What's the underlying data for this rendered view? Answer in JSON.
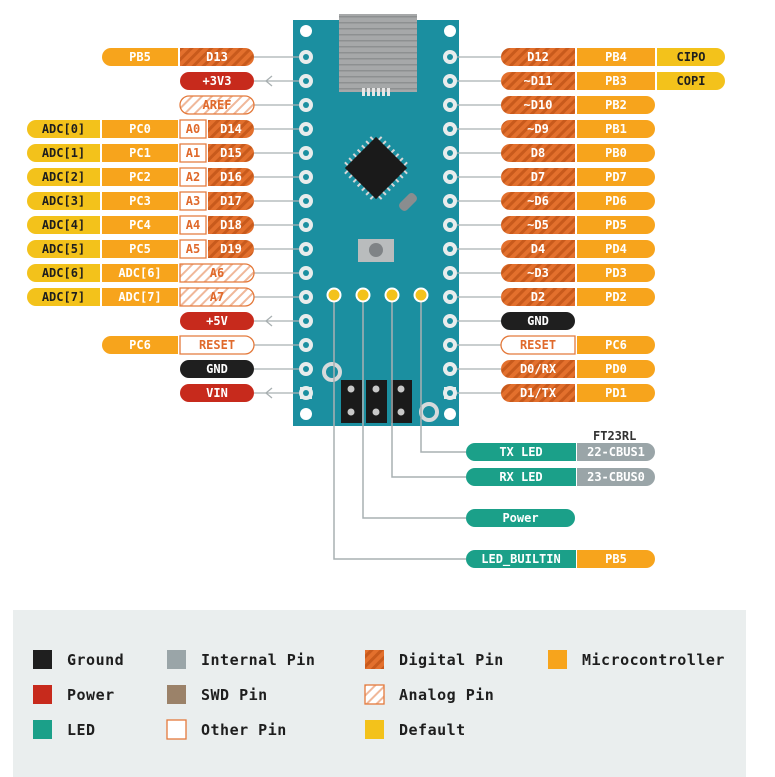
{
  "colors": {
    "board": "#1b8fa0",
    "board_dark": "#147a89",
    "digital": "#e3702d",
    "digital_stripe": "#c85a1c",
    "default": "#f3c21b",
    "micro": "#f7a41c",
    "power": "#c72a1c",
    "ground": "#1f1f1f",
    "led": "#1ba089",
    "internal": "#9aa5a8",
    "swd": "#9b8269",
    "other_border": "#e47a3c",
    "legend_bg": "#eaeeee",
    "usb": "#a6a8a9"
  },
  "left_pins": [
    {
      "id": "d13",
      "labels": [
        {
          "text": "PB5",
          "type": "micro"
        },
        {
          "text": "D13",
          "type": "digital"
        }
      ]
    },
    {
      "id": "3v3",
      "labels": [
        {
          "text": "+3V3",
          "type": "power"
        }
      ]
    },
    {
      "id": "aref",
      "labels": [
        {
          "text": "AREF",
          "type": "analog"
        }
      ]
    },
    {
      "id": "d14",
      "labels": [
        {
          "text": "ADC[0]",
          "type": "default"
        },
        {
          "text": "PC0",
          "type": "micro"
        },
        {
          "text": "A0",
          "type": "analogbox"
        },
        {
          "text": "D14",
          "type": "digital"
        }
      ]
    },
    {
      "id": "d15",
      "labels": [
        {
          "text": "ADC[1]",
          "type": "default"
        },
        {
          "text": "PC1",
          "type": "micro"
        },
        {
          "text": "A1",
          "type": "analogbox"
        },
        {
          "text": "D15",
          "type": "digital"
        }
      ]
    },
    {
      "id": "d16",
      "labels": [
        {
          "text": "ADC[2]",
          "type": "default"
        },
        {
          "text": "PC2",
          "type": "micro"
        },
        {
          "text": "A2",
          "type": "analogbox"
        },
        {
          "text": "D16",
          "type": "digital"
        }
      ]
    },
    {
      "id": "d17",
      "labels": [
        {
          "text": "ADC[3]",
          "type": "default"
        },
        {
          "text": "PC3",
          "type": "micro"
        },
        {
          "text": "A3",
          "type": "analogbox"
        },
        {
          "text": "D17",
          "type": "digital"
        }
      ]
    },
    {
      "id": "d18",
      "labels": [
        {
          "text": "ADC[4]",
          "type": "default"
        },
        {
          "text": "PC4",
          "type": "micro"
        },
        {
          "text": "A4",
          "type": "analogbox"
        },
        {
          "text": "D18",
          "type": "digital"
        }
      ]
    },
    {
      "id": "d19",
      "labels": [
        {
          "text": "ADC[5]",
          "type": "default"
        },
        {
          "text": "PC5",
          "type": "micro"
        },
        {
          "text": "A5",
          "type": "analogbox"
        },
        {
          "text": "D19",
          "type": "digital"
        }
      ]
    },
    {
      "id": "a6",
      "labels": [
        {
          "text": "ADC[6]",
          "type": "default"
        },
        {
          "text": "ADC[6]",
          "type": "micro"
        },
        {
          "text": "A6",
          "type": "analog"
        }
      ]
    },
    {
      "id": "a7",
      "labels": [
        {
          "text": "ADC[7]",
          "type": "default"
        },
        {
          "text": "ADC[7]",
          "type": "micro"
        },
        {
          "text": "A7",
          "type": "analog"
        }
      ]
    },
    {
      "id": "5v",
      "labels": [
        {
          "text": "+5V",
          "type": "power"
        }
      ]
    },
    {
      "id": "reset-l",
      "labels": [
        {
          "text": "PC6",
          "type": "micro"
        },
        {
          "text": "RESET",
          "type": "other"
        }
      ]
    },
    {
      "id": "gnd-l",
      "labels": [
        {
          "text": "GND",
          "type": "ground"
        }
      ]
    },
    {
      "id": "vin",
      "labels": [
        {
          "text": "VIN",
          "type": "power"
        }
      ]
    }
  ],
  "right_pins": [
    {
      "id": "d12",
      "labels": [
        {
          "text": "D12",
          "type": "digital"
        },
        {
          "text": "PB4",
          "type": "micro"
        },
        {
          "text": "CIPO",
          "type": "default"
        }
      ]
    },
    {
      "id": "d11",
      "labels": [
        {
          "text": "~D11",
          "type": "digital"
        },
        {
          "text": "PB3",
          "type": "micro"
        },
        {
          "text": "COPI",
          "type": "default"
        }
      ]
    },
    {
      "id": "d10",
      "labels": [
        {
          "text": "~D10",
          "type": "digital"
        },
        {
          "text": "PB2",
          "type": "micro"
        }
      ]
    },
    {
      "id": "d9",
      "labels": [
        {
          "text": "~D9",
          "type": "digital"
        },
        {
          "text": "PB1",
          "type": "micro"
        }
      ]
    },
    {
      "id": "d8",
      "labels": [
        {
          "text": "D8",
          "type": "digital"
        },
        {
          "text": "PB0",
          "type": "micro"
        }
      ]
    },
    {
      "id": "d7",
      "labels": [
        {
          "text": "D7",
          "type": "digital"
        },
        {
          "text": "PD7",
          "type": "micro"
        }
      ]
    },
    {
      "id": "d6",
      "labels": [
        {
          "text": "~D6",
          "type": "digital"
        },
        {
          "text": "PD6",
          "type": "micro"
        }
      ]
    },
    {
      "id": "d5",
      "labels": [
        {
          "text": "~D5",
          "type": "digital"
        },
        {
          "text": "PD5",
          "type": "micro"
        }
      ]
    },
    {
      "id": "d4",
      "labels": [
        {
          "text": "D4",
          "type": "digital"
        },
        {
          "text": "PD4",
          "type": "micro"
        }
      ]
    },
    {
      "id": "d3",
      "labels": [
        {
          "text": "~D3",
          "type": "digital"
        },
        {
          "text": "PD3",
          "type": "micro"
        }
      ]
    },
    {
      "id": "d2",
      "labels": [
        {
          "text": "D2",
          "type": "digital"
        },
        {
          "text": "PD2",
          "type": "micro"
        }
      ]
    },
    {
      "id": "gnd-r",
      "labels": [
        {
          "text": "GND",
          "type": "ground"
        }
      ]
    },
    {
      "id": "reset-r",
      "labels": [
        {
          "text": "RESET",
          "type": "other"
        },
        {
          "text": "PC6",
          "type": "micro"
        }
      ]
    },
    {
      "id": "d0",
      "labels": [
        {
          "text": "D0/RX",
          "type": "digital"
        },
        {
          "text": "PD0",
          "type": "micro"
        }
      ]
    },
    {
      "id": "d1",
      "labels": [
        {
          "text": "D1/TX",
          "type": "digital"
        },
        {
          "text": "PD1",
          "type": "micro"
        }
      ]
    }
  ],
  "leds": {
    "chip_title": "FT23RL",
    "items": [
      {
        "id": "tx",
        "labels": [
          {
            "text": "TX LED",
            "type": "led"
          },
          {
            "text": "22-CBUS1",
            "type": "internal"
          }
        ]
      },
      {
        "id": "rx",
        "labels": [
          {
            "text": "RX LED",
            "type": "led"
          },
          {
            "text": "23-CBUS0",
            "type": "internal"
          }
        ]
      },
      {
        "id": "power",
        "labels": [
          {
            "text": "Power",
            "type": "led"
          }
        ]
      },
      {
        "id": "builtin",
        "labels": [
          {
            "text": "LED_BUILTIN",
            "type": "led"
          },
          {
            "text": "PB5",
            "type": "micro"
          }
        ]
      }
    ]
  },
  "legend": [
    {
      "label": "Ground",
      "type": "ground"
    },
    {
      "label": "Internal Pin",
      "type": "internal"
    },
    {
      "label": "Digital Pin",
      "type": "digital"
    },
    {
      "label": "Microcontroller",
      "type": "micro"
    },
    {
      "label": "Power",
      "type": "power"
    },
    {
      "label": "SWD Pin",
      "type": "swd"
    },
    {
      "label": "Analog Pin",
      "type": "analog"
    },
    {
      "label": "LED",
      "type": "led"
    },
    {
      "label": "Other Pin",
      "type": "other"
    },
    {
      "label": "Default",
      "type": "default"
    }
  ]
}
